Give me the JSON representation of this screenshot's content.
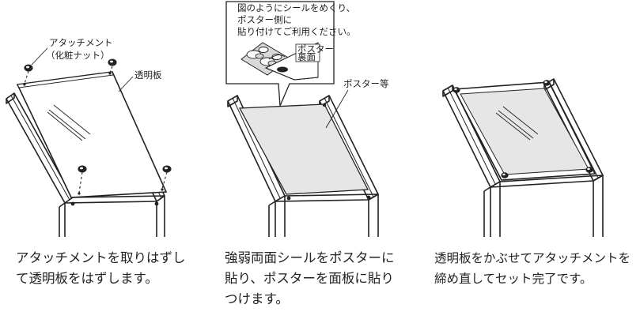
{
  "panel1": {
    "attachment_label_line1": "アタッチメント",
    "attachment_label_line2": "（化粧ナット）",
    "plate_label": "透明板",
    "caption": [
      "アタッチメントを取りはずし",
      "て透明板をはずします。"
    ]
  },
  "panel2": {
    "callout_lines": [
      "図のようにシールをめくり、",
      "ポスター側に",
      "貼り付けてご利用ください。"
    ],
    "sticker_label_line1": "ポスター",
    "sticker_label_line2": "裏面",
    "poster_label": "ポスター等",
    "caption": [
      "強弱両面シールをポスターに",
      "貼り、ポスターを面板に貼り",
      "つけます。"
    ]
  },
  "panel3": {
    "caption": [
      "透明板をかぶせてアタッチメントを",
      "締め直してセット完了です。"
    ]
  },
  "colors": {
    "line": "#222222",
    "poster_fill": "#e6e6e6",
    "sticker_fill": "#d9d9d9"
  }
}
